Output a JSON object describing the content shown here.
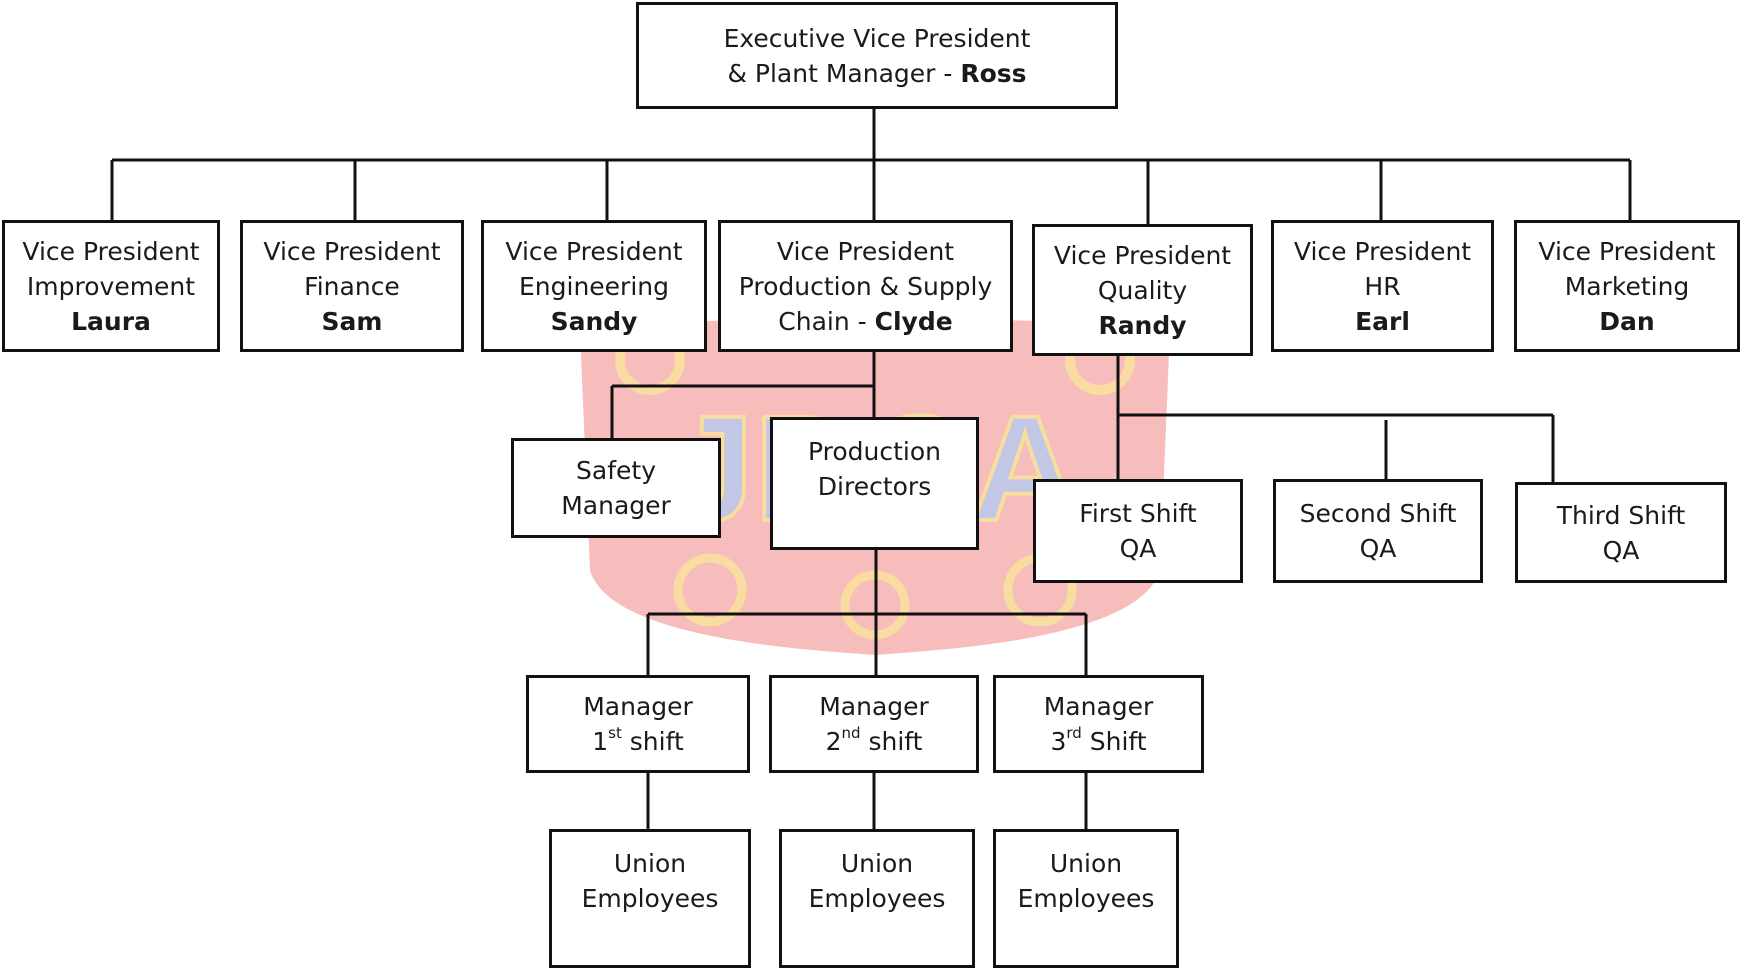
{
  "diagram": {
    "top": {
      "line1": "Executive Vice President",
      "prefix": "& Plant Manager - ",
      "name": "Ross"
    },
    "vps": [
      {
        "title": "Vice President",
        "dept": "Improvement",
        "name": "Laura"
      },
      {
        "title": "Vice President",
        "dept": "Finance",
        "name": "Sam"
      },
      {
        "title": "Vice President",
        "dept": "Engineering",
        "name": "Sandy"
      },
      {
        "title": "Vice President",
        "dept": "Production & Supply",
        "dept2": "Chain - ",
        "name": "Clyde"
      },
      {
        "title": "Vice President",
        "dept": "Quality",
        "name": "Randy"
      },
      {
        "title": "Vice President",
        "dept": "HR",
        "name": "Earl"
      },
      {
        "title": "Vice President",
        "dept": "Marketing",
        "name": "Dan"
      }
    ],
    "safety": {
      "line1": "Safety",
      "line2": "Manager"
    },
    "prod_directors": {
      "line1": "Production",
      "line2": "Directors"
    },
    "qa": [
      {
        "line1": "First Shift",
        "line2": "QA"
      },
      {
        "line1": "Second Shift",
        "line2": "QA"
      },
      {
        "line1": "Third Shift",
        "line2": "QA"
      }
    ],
    "managers": [
      {
        "title": "Manager",
        "num": "1",
        "sup": "st",
        "shift": "shift"
      },
      {
        "title": "Manager",
        "num": "2",
        "sup": "nd",
        "shift": "shift"
      },
      {
        "title": "Manager",
        "num": "3",
        "sup": "rd",
        "shift": "Shift"
      }
    ],
    "union": [
      {
        "line1": "Union",
        "line2": "Employees"
      },
      {
        "line1": "Union",
        "line2": "Employees"
      },
      {
        "line1": "Union",
        "line2": "Employees"
      }
    ],
    "watermark": "JDCA"
  },
  "colors": {
    "line": "#111111",
    "border": "#111111",
    "watermark_red": "#f4a3a3",
    "watermark_yellow": "#f8e39a",
    "watermark_blue": "#b7c8ee"
  }
}
